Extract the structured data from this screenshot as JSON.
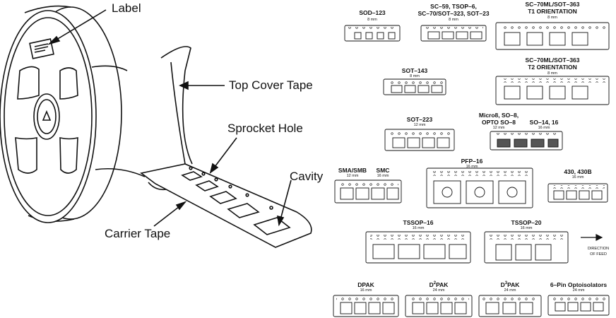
{
  "callouts": {
    "label": "Label",
    "top_cover_tape": "Top Cover Tape",
    "sprocket_hole": "Sprocket Hole",
    "cavity": "Cavity",
    "carrier_tape": "Carrier Tape"
  },
  "packages": {
    "sod123": {
      "title": "SOD–123",
      "width": "8 mm"
    },
    "sc59": {
      "title_1": "SC–59, TSOP–6,",
      "title_2": "SC–70/SOT–323, SOT–23",
      "width": "8 mm"
    },
    "sc70ml_t1": {
      "title_1": "SC–70ML/SOT–363",
      "title_2": "T1 ORIENTATION",
      "width": "8 mm"
    },
    "sot143": {
      "title": "SOT–143",
      "width": "8 mm"
    },
    "sc70ml_t2": {
      "title_1": "SC–70ML/SOT–363",
      "title_2": "T2 ORIENTATION",
      "width": "8 mm"
    },
    "sot223": {
      "title": "SOT–223",
      "width": "12 mm"
    },
    "micro8": {
      "title_1": "Micro8, SO–8,",
      "title_2": "OPTO SO–8",
      "width": "12 mm"
    },
    "so14": {
      "title": "SO–14, 16",
      "width": "16 mm"
    },
    "smab": {
      "title": "SMA/SMB",
      "width": "12 mm"
    },
    "smc": {
      "title": "SMC",
      "width": "16 mm"
    },
    "pfp16": {
      "title": "PFP–16",
      "width": "16 mm"
    },
    "p430": {
      "title": "430, 430B",
      "width": "16 mm"
    },
    "tssop16": {
      "title": "TSSOP–16",
      "width": "16 mm"
    },
    "tssop20": {
      "title": "TSSOP–20",
      "width": "16 mm"
    },
    "dpak": {
      "title": "DPAK",
      "width": "16 mm"
    },
    "d2pak": {
      "title_pre": "D",
      "title_sup": "2",
      "title_post": "PAK",
      "width": "24 mm"
    },
    "d3pak": {
      "title_pre": "D",
      "title_sup": "3",
      "title_post": "PAK",
      "width": "24 mm"
    },
    "opto6": {
      "title": "6–Pin Optoisolators",
      "width": "24 mm"
    }
  },
  "feed": {
    "line_1": "DIRECTION",
    "line_2": "OF FEED"
  }
}
